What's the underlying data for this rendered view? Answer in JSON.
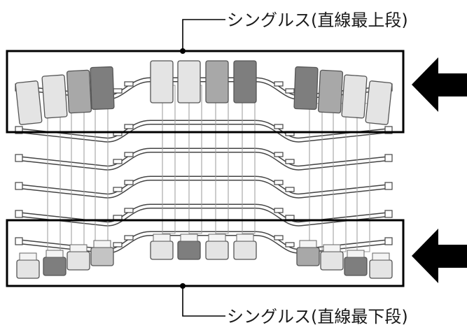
{
  "callouts": {
    "top_label": "シングルス(直線最上段)",
    "bottom_label": "シングルス(直線最下段)"
  },
  "colors": {
    "frame": "#000000",
    "arrow": "#000000",
    "rail": "#444444",
    "rail_fill": "#ffffff",
    "tile_light": "#e4e4e4",
    "tile_mid": "#c4c4c4",
    "tile_gray": "#a8a8a8",
    "tile_dark": "#7e7e7e"
  },
  "top_tiles": [
    "light",
    "light",
    "gray",
    "dark",
    "light",
    "light",
    "gray",
    "dark",
    "dark",
    "gray",
    "light",
    "light"
  ],
  "bottom_tiles": [
    "light",
    "dark",
    "light",
    "mid",
    "light",
    "dark",
    "light",
    "light",
    "gray",
    "light",
    "dark",
    "light"
  ]
}
